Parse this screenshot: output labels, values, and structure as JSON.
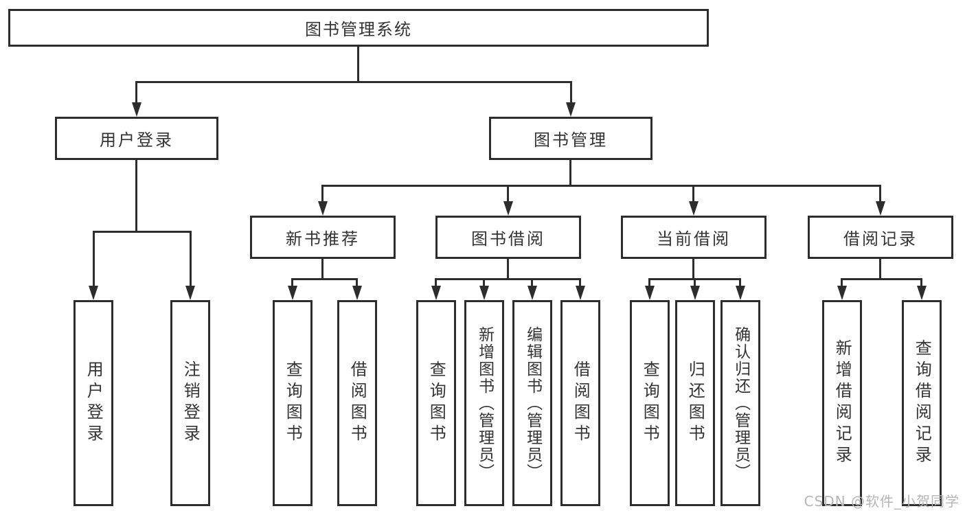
{
  "tree": {
    "root": {
      "label": "图书管理系统"
    },
    "branches": [
      {
        "label": "用户登录",
        "children": [
          {
            "label": "用户登录"
          },
          {
            "label": "注销登录"
          }
        ]
      },
      {
        "label": "图书管理",
        "children": [
          {
            "label": "新书推荐",
            "children": [
              {
                "label": "查询图书"
              },
              {
                "label": "借阅图书"
              }
            ]
          },
          {
            "label": "图书借阅",
            "children": [
              {
                "label": "查询图书"
              },
              {
                "label": "新增图书（管理员）"
              },
              {
                "label": "编辑图书（管理员）"
              },
              {
                "label": "借阅图书"
              }
            ]
          },
          {
            "label": "当前借阅",
            "children": [
              {
                "label": "查询图书"
              },
              {
                "label": "归还图书"
              },
              {
                "label": "确认归还（管理员）"
              }
            ]
          },
          {
            "label": "借阅记录",
            "children": [
              {
                "label": "新增借阅记录"
              },
              {
                "label": "查询借阅记录"
              }
            ]
          }
        ]
      }
    ]
  },
  "watermark": {
    "text": "CSDN @软件_小贺同学"
  },
  "colors": {
    "line": "#2d2d2d",
    "text": "#333333",
    "watermark": "#b5b5b5",
    "background": "#ffffff"
  }
}
